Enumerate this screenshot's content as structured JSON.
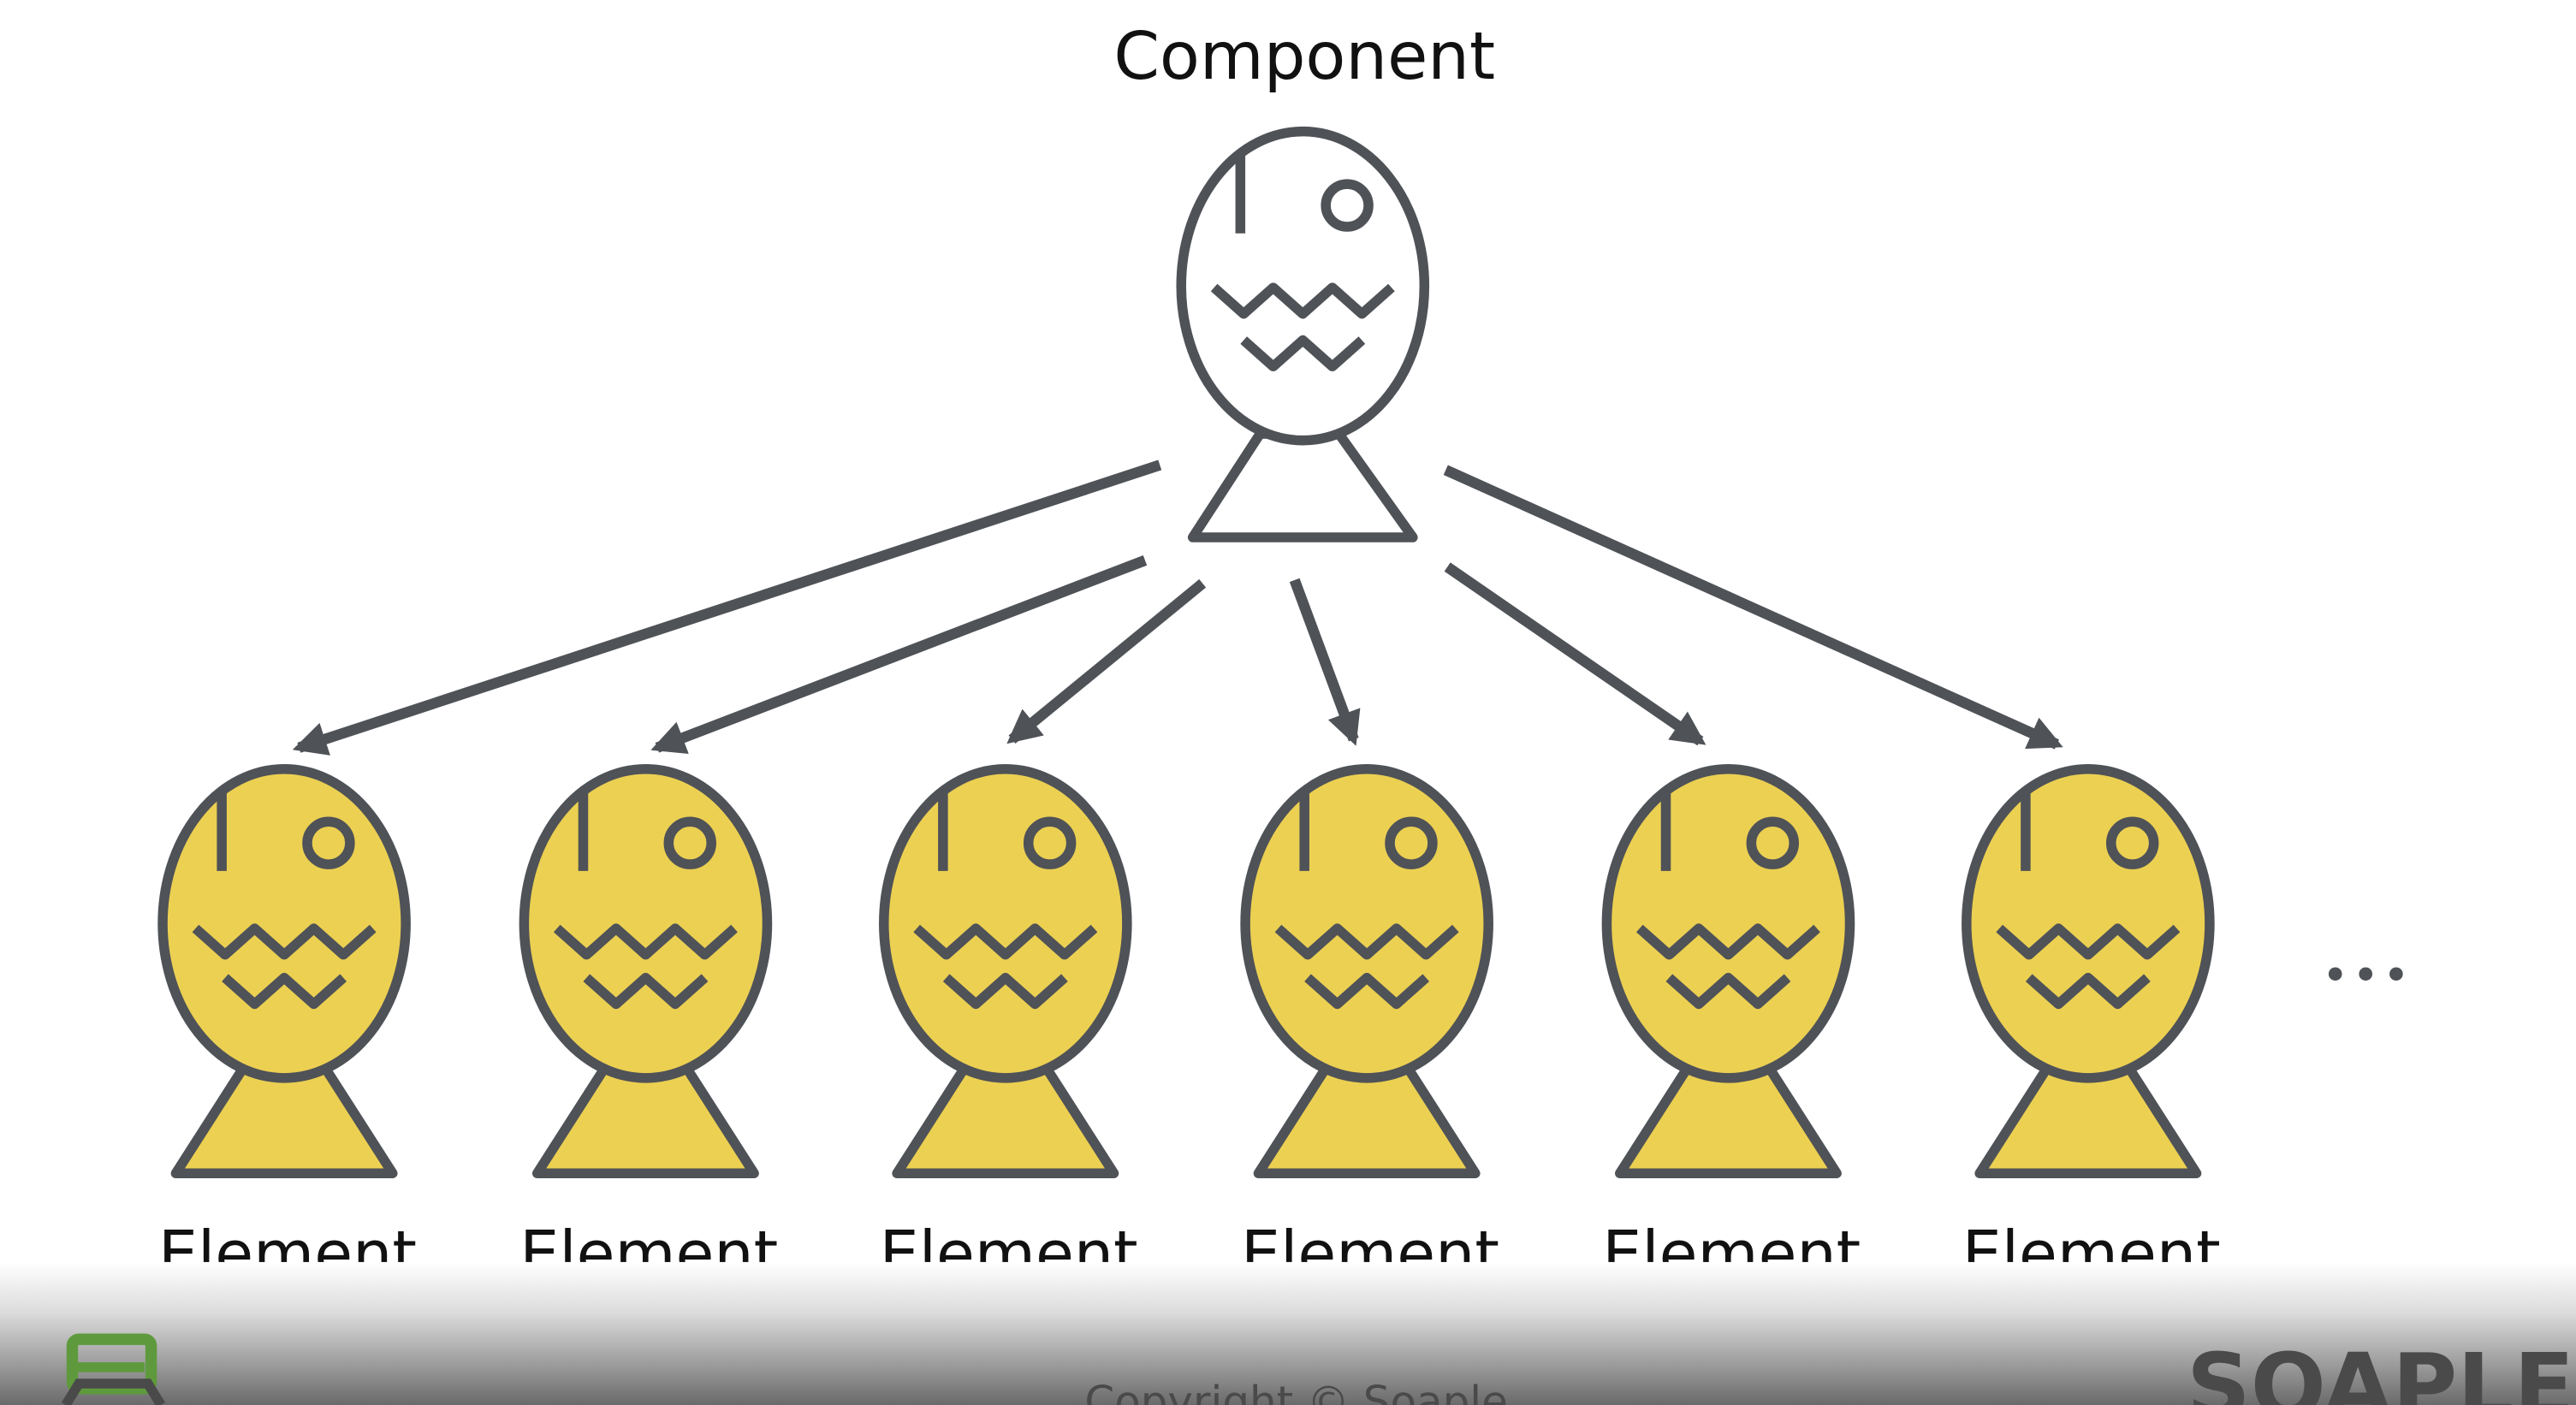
{
  "diagram": {
    "root": {
      "label": "Component"
    },
    "children": [
      {
        "label": "Element"
      },
      {
        "label": "Element"
      },
      {
        "label": "Element"
      },
      {
        "label": "Element"
      },
      {
        "label": "Element"
      },
      {
        "label": "Element"
      }
    ],
    "more_indicator": "•••"
  },
  "footer": {
    "copyright": "Copyright © Soaple",
    "brand": "SOAPLE"
  },
  "colors": {
    "outline": "#4f5257",
    "root_fill": "#ffffff",
    "child_fill": "#ecd052",
    "footer_gradient_top": "#ffffff",
    "footer_gradient_bottom": "#6f6f6f",
    "logo": "#5e9a3d"
  }
}
